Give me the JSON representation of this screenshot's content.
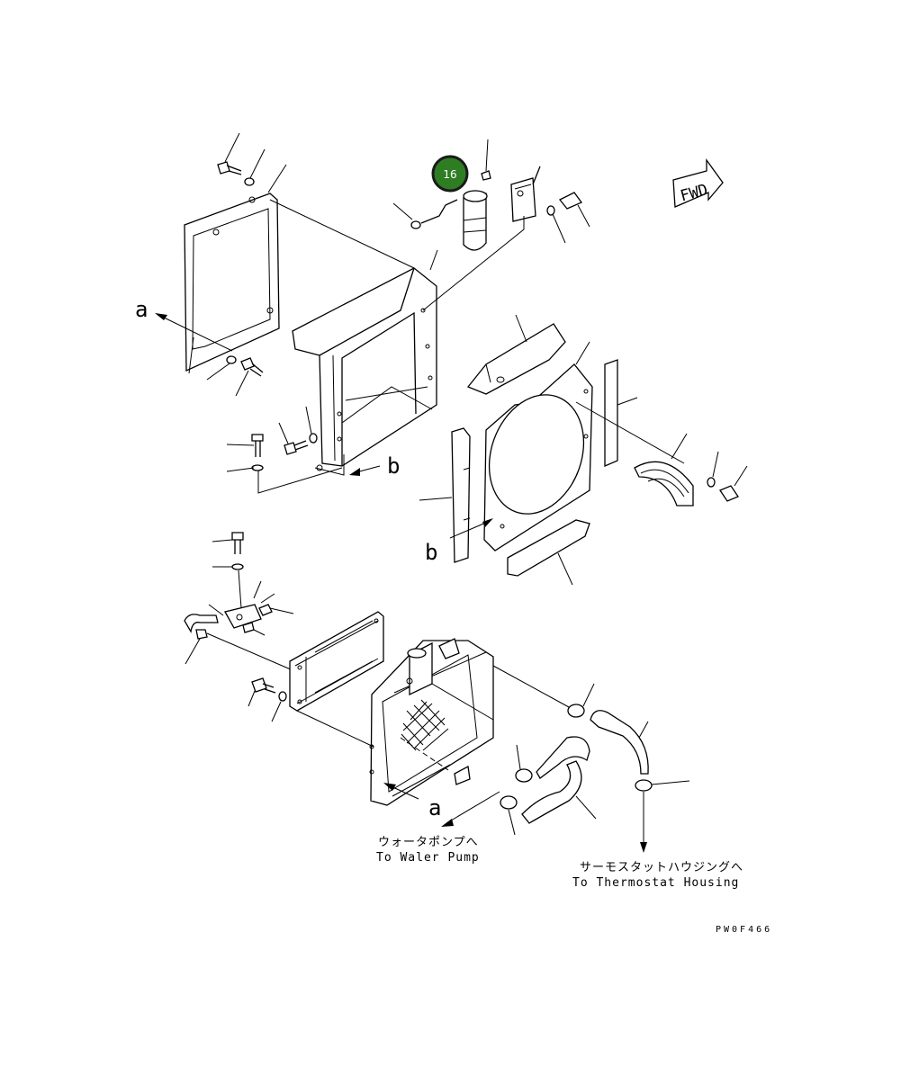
{
  "diagram": {
    "direction_badge": "FWD",
    "callout_number": "16",
    "callout_color": "#2e7d23",
    "reference_letters": {
      "a_left": "a",
      "b_upper": "b",
      "b_lower": "b",
      "a_lower": "a"
    },
    "labels": {
      "water_pump_jp": "ウォータポンプへ",
      "water_pump_en": "To Waler Pump",
      "thermostat_jp": "サーモスタットハウジングへ",
      "thermostat_en": "To Thermostat Housing"
    },
    "drawing_code": "PW0F466"
  }
}
